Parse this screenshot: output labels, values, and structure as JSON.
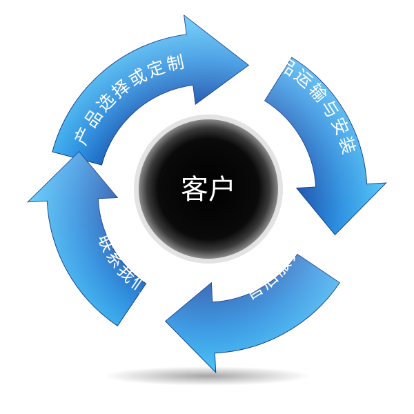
{
  "center": {
    "label": "客户"
  },
  "segments": [
    {
      "label": "产品选择或定制"
    },
    {
      "label": "产品运输与安装"
    },
    {
      "label": "售后服务"
    },
    {
      "label": "联系我们"
    }
  ],
  "colors": {
    "arrow_dark": "#1548b0",
    "arrow_light": "#3fb8f2",
    "center_dark": "#050505",
    "center_ring": "#9e9e9e"
  }
}
